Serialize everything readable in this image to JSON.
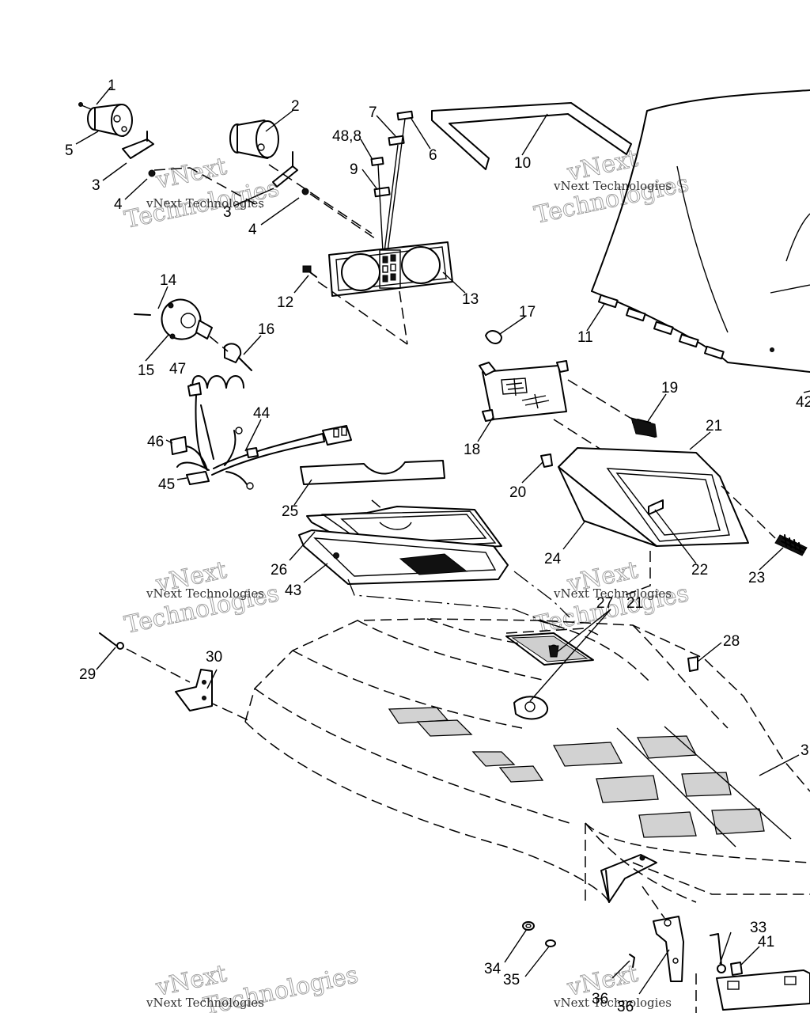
{
  "callouts": [
    {
      "id": "c1",
      "text": "1"
    },
    {
      "id": "c2",
      "text": "2"
    },
    {
      "id": "c3a",
      "text": "3"
    },
    {
      "id": "c3b",
      "text": "3"
    },
    {
      "id": "c4a",
      "text": "4"
    },
    {
      "id": "c4b",
      "text": "4"
    },
    {
      "id": "c5",
      "text": "5"
    },
    {
      "id": "c6",
      "text": "6"
    },
    {
      "id": "c7",
      "text": "7"
    },
    {
      "id": "c48",
      "text": "48,8"
    },
    {
      "id": "c9",
      "text": "9"
    },
    {
      "id": "c10",
      "text": "10"
    },
    {
      "id": "c11",
      "text": "11"
    },
    {
      "id": "c12",
      "text": "12"
    },
    {
      "id": "c13",
      "text": "13"
    },
    {
      "id": "c14",
      "text": "14"
    },
    {
      "id": "c15",
      "text": "15"
    },
    {
      "id": "c16",
      "text": "16"
    },
    {
      "id": "c17",
      "text": "17"
    },
    {
      "id": "c18",
      "text": "18"
    },
    {
      "id": "c19",
      "text": "19"
    },
    {
      "id": "c20",
      "text": "20"
    },
    {
      "id": "c21a",
      "text": "21"
    },
    {
      "id": "c21b",
      "text": "21"
    },
    {
      "id": "c22",
      "text": "22"
    },
    {
      "id": "c23",
      "text": "23"
    },
    {
      "id": "c24",
      "text": "24"
    },
    {
      "id": "c25",
      "text": "25"
    },
    {
      "id": "c26",
      "text": "26"
    },
    {
      "id": "c27",
      "text": "27"
    },
    {
      "id": "c28",
      "text": "28"
    },
    {
      "id": "c29",
      "text": "29"
    },
    {
      "id": "c30",
      "text": "30"
    },
    {
      "id": "c33",
      "text": "33"
    },
    {
      "id": "c34",
      "text": "34"
    },
    {
      "id": "c35",
      "text": "35"
    },
    {
      "id": "c36a",
      "text": "36"
    },
    {
      "id": "c36b",
      "text": "36"
    },
    {
      "id": "c41",
      "text": "41"
    },
    {
      "id": "c42",
      "text": "42"
    },
    {
      "id": "c43",
      "text": "43"
    },
    {
      "id": "c44",
      "text": "44"
    },
    {
      "id": "c45",
      "text": "45"
    },
    {
      "id": "c46",
      "text": "46"
    },
    {
      "id": "c47",
      "text": "47"
    },
    {
      "id": "c3c",
      "text": "3"
    }
  ],
  "watermark": {
    "line1": "vNext",
    "line2": "Technologies",
    "small": "vNext Technologies"
  }
}
